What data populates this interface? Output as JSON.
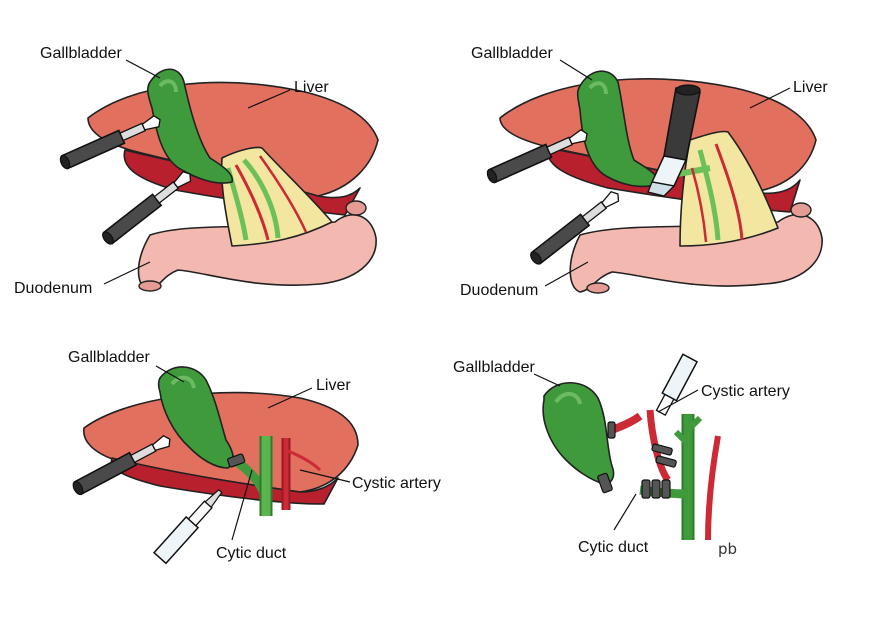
{
  "colors": {
    "liver": "#e2705f",
    "liver_dark": "#b8202e",
    "gallbladder": "#3f9a3c",
    "gallbladder_light": "#6cc05a",
    "duodenum": "#f3b9b0",
    "fat": "#f3e6a0",
    "artery": "#cc2a34",
    "instrument": "#444444",
    "clip_applier": "#e6f1f6"
  },
  "panels": {
    "p1": {
      "gallbladder": "Gallbladder",
      "liver": "Liver",
      "duodenum": "Duodenum"
    },
    "p2": {
      "gallbladder": "Gallbladder",
      "liver": "Liver",
      "duodenum": "Duodenum"
    },
    "p3": {
      "gallbladder": "Gallbladder",
      "liver": "Liver",
      "cystic_artery": "Cystic artery",
      "duct": "Cytic duct"
    },
    "p4": {
      "gallbladder": "Gallbladder",
      "cystic_artery": "Cystic artery",
      "duct": "Cytic duct"
    }
  },
  "signature": "pb"
}
